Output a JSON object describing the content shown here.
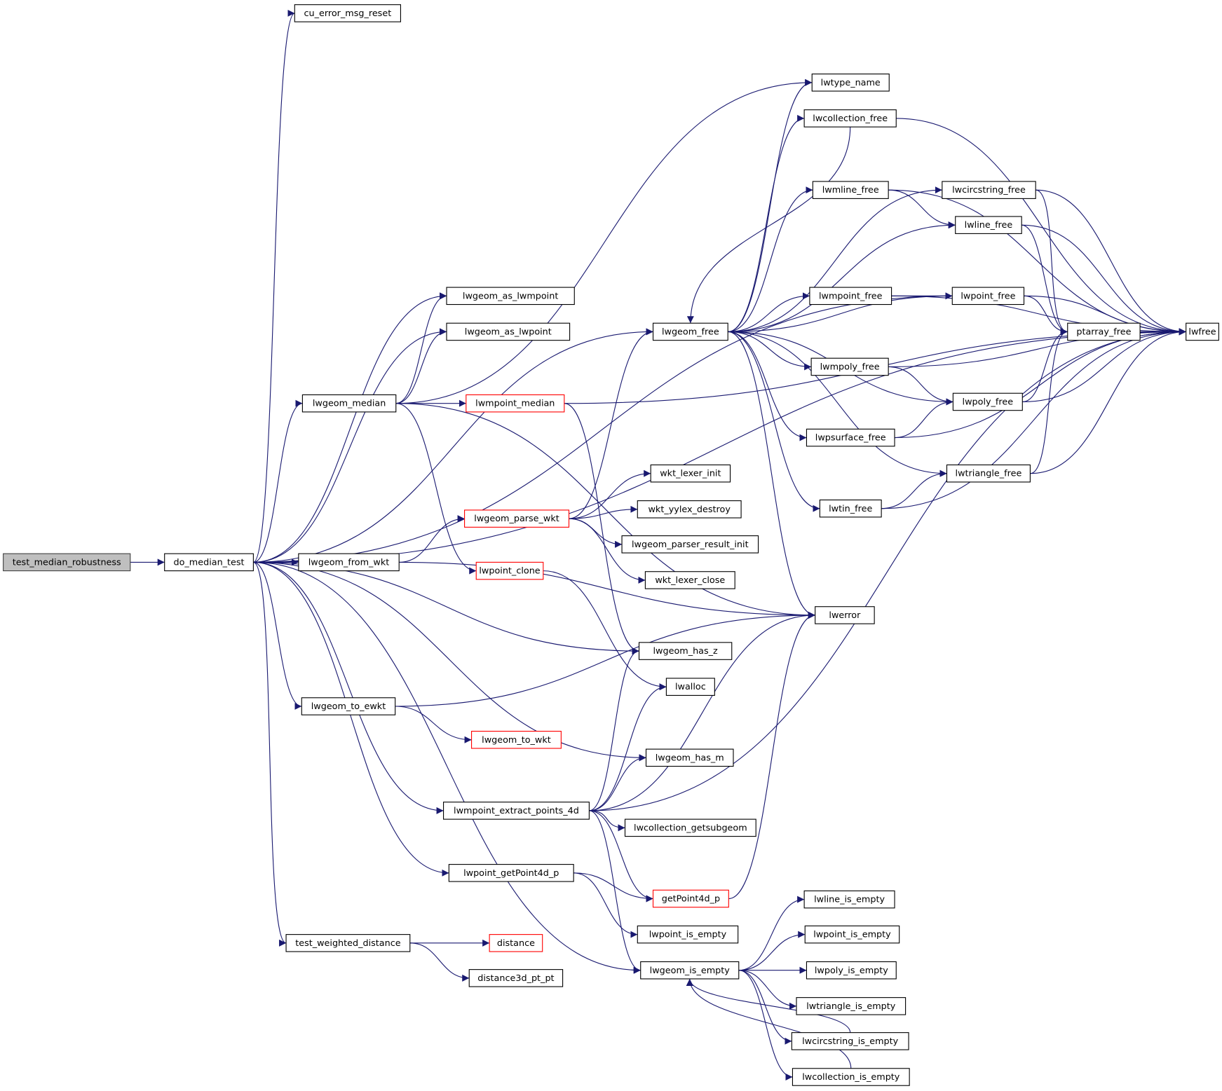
{
  "colors": {
    "edge": "#191970",
    "root_fill": "#bfbfbf",
    "truncated_border": "#ff0000",
    "node_border": "#000000"
  },
  "nodes": [
    {
      "id": "test_median_robustness",
      "label": "test_median_robustness",
      "root": true
    },
    {
      "id": "do_median_test",
      "label": "do_median_test"
    },
    {
      "id": "cu_error_msg_reset",
      "label": "cu_error_msg_reset"
    },
    {
      "id": "lwgeom_as_lwmpoint",
      "label": "lwgeom_as_lwmpoint"
    },
    {
      "id": "lwgeom_as_lwpoint",
      "label": "lwgeom_as_lwpoint"
    },
    {
      "id": "lwgeom_median",
      "label": "lwgeom_median"
    },
    {
      "id": "lwmpoint_median",
      "label": "lwmpoint_median",
      "truncated": true
    },
    {
      "id": "lwgeom_from_wkt",
      "label": "lwgeom_from_wkt"
    },
    {
      "id": "lwgeom_parse_wkt",
      "label": "lwgeom_parse_wkt",
      "truncated": true
    },
    {
      "id": "lwpoint_clone",
      "label": "lwpoint_clone",
      "truncated": true
    },
    {
      "id": "lwgeom_to_ewkt",
      "label": "lwgeom_to_ewkt"
    },
    {
      "id": "lwgeom_to_wkt",
      "label": "lwgeom_to_wkt",
      "truncated": true
    },
    {
      "id": "lwmpoint_extract_points_4d",
      "label": "lwmpoint_extract_points_4d"
    },
    {
      "id": "lwpoint_getPoint4d_p",
      "label": "lwpoint_getPoint4d_p"
    },
    {
      "id": "test_weighted_distance",
      "label": "test_weighted_distance"
    },
    {
      "id": "distance",
      "label": "distance",
      "truncated": true
    },
    {
      "id": "distance3d_pt_pt",
      "label": "distance3d_pt_pt"
    },
    {
      "id": "lwgeom_free",
      "label": "lwgeom_free"
    },
    {
      "id": "wkt_lexer_init",
      "label": "wkt_lexer_init"
    },
    {
      "id": "wkt_yylex_destroy",
      "label": "wkt_yylex_destroy"
    },
    {
      "id": "lwgeom_parser_result_init",
      "label": "lwgeom_parser_result_init"
    },
    {
      "id": "wkt_lexer_close",
      "label": "wkt_lexer_close"
    },
    {
      "id": "lwgeom_has_z",
      "label": "lwgeom_has_z"
    },
    {
      "id": "lwalloc",
      "label": "lwalloc"
    },
    {
      "id": "lwgeom_has_m",
      "label": "lwgeom_has_m"
    },
    {
      "id": "lwcollection_getsubgeom",
      "label": "lwcollection_getsubgeom"
    },
    {
      "id": "getPoint4d_p",
      "label": "getPoint4d_p",
      "truncated": true
    },
    {
      "id": "lwpoint_is_empty_a",
      "label": "lwpoint_is_empty"
    },
    {
      "id": "lwgeom_is_empty",
      "label": "lwgeom_is_empty"
    },
    {
      "id": "lwtype_name",
      "label": "lwtype_name"
    },
    {
      "id": "lwcollection_free",
      "label": "lwcollection_free"
    },
    {
      "id": "lwmline_free",
      "label": "lwmline_free"
    },
    {
      "id": "lwmpoint_free",
      "label": "lwmpoint_free"
    },
    {
      "id": "lwmpoly_free",
      "label": "lwmpoly_free"
    },
    {
      "id": "lwpsurface_free",
      "label": "lwpsurface_free"
    },
    {
      "id": "lwtin_free",
      "label": "lwtin_free"
    },
    {
      "id": "lwerror",
      "label": "lwerror"
    },
    {
      "id": "lwcircstring_free",
      "label": "lwcircstring_free"
    },
    {
      "id": "lwline_free",
      "label": "lwline_free"
    },
    {
      "id": "lwpoint_free",
      "label": "lwpoint_free"
    },
    {
      "id": "lwpoly_free",
      "label": "lwpoly_free"
    },
    {
      "id": "lwtriangle_free",
      "label": "lwtriangle_free"
    },
    {
      "id": "ptarray_free",
      "label": "ptarray_free"
    },
    {
      "id": "lwfree",
      "label": "lwfree"
    },
    {
      "id": "lwline_is_empty",
      "label": "lwline_is_empty"
    },
    {
      "id": "lwpoint_is_empty_b",
      "label": "lwpoint_is_empty"
    },
    {
      "id": "lwpoly_is_empty",
      "label": "lwpoly_is_empty"
    },
    {
      "id": "lwtriangle_is_empty",
      "label": "lwtriangle_is_empty"
    },
    {
      "id": "lwcircstring_is_empty",
      "label": "lwcircstring_is_empty"
    },
    {
      "id": "lwcollection_is_empty",
      "label": "lwcollection_is_empty"
    }
  ],
  "edges": [
    [
      "test_median_robustness",
      "do_median_test"
    ],
    [
      "do_median_test",
      "cu_error_msg_reset"
    ],
    [
      "do_median_test",
      "lwfree"
    ],
    [
      "do_median_test",
      "lwpoint_free"
    ],
    [
      "do_median_test",
      "lwgeom_free"
    ],
    [
      "do_median_test",
      "lwgeom_as_lwmpoint"
    ],
    [
      "do_median_test",
      "lwgeom_as_lwpoint"
    ],
    [
      "do_median_test",
      "lwgeom_median"
    ],
    [
      "do_median_test",
      "lwgeom_from_wkt"
    ],
    [
      "do_median_test",
      "lwgeom_has_z"
    ],
    [
      "do_median_test",
      "lwgeom_to_ewkt"
    ],
    [
      "do_median_test",
      "lwgeom_has_m"
    ],
    [
      "do_median_test",
      "lwmpoint_extract_points_4d"
    ],
    [
      "do_median_test",
      "lwpoint_getPoint4d_p"
    ],
    [
      "do_median_test",
      "lwgeom_is_empty"
    ],
    [
      "do_median_test",
      "test_weighted_distance"
    ],
    [
      "lwgeom_median",
      "lwgeom_as_lwmpoint"
    ],
    [
      "lwgeom_median",
      "lwgeom_as_lwpoint"
    ],
    [
      "lwgeom_median",
      "lwtype_name"
    ],
    [
      "lwgeom_median",
      "lwmpoint_median"
    ],
    [
      "lwgeom_median",
      "lwpoint_clone"
    ],
    [
      "lwgeom_median",
      "lwerror"
    ],
    [
      "lwmpoint_median",
      "lwgeom_has_z"
    ],
    [
      "lwmpoint_median",
      "lwfree"
    ],
    [
      "lwgeom_from_wkt",
      "lwgeom_parse_wkt"
    ],
    [
      "lwgeom_from_wkt",
      "lwerror"
    ],
    [
      "lwgeom_parse_wkt",
      "lwgeom_free"
    ],
    [
      "lwgeom_parse_wkt",
      "wkt_lexer_init"
    ],
    [
      "lwgeom_parse_wkt",
      "wkt_yylex_destroy"
    ],
    [
      "lwgeom_parse_wkt",
      "lwgeom_parser_result_init"
    ],
    [
      "lwgeom_parse_wkt",
      "wkt_lexer_close"
    ],
    [
      "lwpoint_clone",
      "lwalloc"
    ],
    [
      "lwgeom_to_ewkt",
      "lwerror"
    ],
    [
      "lwgeom_to_ewkt",
      "lwgeom_to_wkt"
    ],
    [
      "lwmpoint_extract_points_4d",
      "lwgeom_has_z"
    ],
    [
      "lwmpoint_extract_points_4d",
      "lwalloc"
    ],
    [
      "lwmpoint_extract_points_4d",
      "lwgeom_has_m"
    ],
    [
      "lwmpoint_extract_points_4d",
      "lwerror"
    ],
    [
      "lwmpoint_extract_points_4d",
      "lwcollection_getsubgeom"
    ],
    [
      "lwmpoint_extract_points_4d",
      "lwfree"
    ],
    [
      "lwmpoint_extract_points_4d",
      "getPoint4d_p"
    ],
    [
      "lwmpoint_extract_points_4d",
      "lwgeom_is_empty"
    ],
    [
      "lwpoint_getPoint4d_p",
      "getPoint4d_p"
    ],
    [
      "lwpoint_getPoint4d_p",
      "lwpoint_is_empty_a"
    ],
    [
      "getPoint4d_p",
      "lwerror"
    ],
    [
      "test_weighted_distance",
      "distance"
    ],
    [
      "test_weighted_distance",
      "distance3d_pt_pt"
    ],
    [
      "lwgeom_free",
      "lwtype_name"
    ],
    [
      "lwgeom_free",
      "lwcollection_free"
    ],
    [
      "lwgeom_free",
      "lwcircstring_free"
    ],
    [
      "lwgeom_free",
      "lwmline_free"
    ],
    [
      "lwgeom_free",
      "lwline_free"
    ],
    [
      "lwgeom_free",
      "lwmpoint_free"
    ],
    [
      "lwgeom_free",
      "lwpoint_free"
    ],
    [
      "lwgeom_free",
      "lwmpoly_free"
    ],
    [
      "lwgeom_free",
      "lwpoly_free"
    ],
    [
      "lwgeom_free",
      "lwpsurface_free"
    ],
    [
      "lwgeom_free",
      "lwtriangle_free"
    ],
    [
      "lwgeom_free",
      "lwtin_free"
    ],
    [
      "lwgeom_free",
      "lwerror"
    ],
    [
      "lwcollection_free",
      "lwgeom_free"
    ],
    [
      "lwcollection_free",
      "lwfree"
    ],
    [
      "lwmline_free",
      "lwline_free"
    ],
    [
      "lwmline_free",
      "lwfree"
    ],
    [
      "lwmpoint_free",
      "lwpoint_free"
    ],
    [
      "lwmpoint_free",
      "lwfree"
    ],
    [
      "lwmpoly_free",
      "lwpoly_free"
    ],
    [
      "lwmpoly_free",
      "lwfree"
    ],
    [
      "lwpsurface_free",
      "lwpoly_free"
    ],
    [
      "lwpsurface_free",
      "lwfree"
    ],
    [
      "lwtin_free",
      "lwtriangle_free"
    ],
    [
      "lwtin_free",
      "lwfree"
    ],
    [
      "lwcircstring_free",
      "ptarray_free"
    ],
    [
      "lwcircstring_free",
      "lwfree"
    ],
    [
      "lwline_free",
      "ptarray_free"
    ],
    [
      "lwline_free",
      "lwfree"
    ],
    [
      "lwpoint_free",
      "ptarray_free"
    ],
    [
      "lwpoint_free",
      "lwfree"
    ],
    [
      "lwpoly_free",
      "ptarray_free"
    ],
    [
      "lwpoly_free",
      "lwfree"
    ],
    [
      "lwtriangle_free",
      "ptarray_free"
    ],
    [
      "lwtriangle_free",
      "lwfree"
    ],
    [
      "ptarray_free",
      "lwfree"
    ],
    [
      "lwgeom_is_empty",
      "lwline_is_empty"
    ],
    [
      "lwgeom_is_empty",
      "lwpoint_is_empty_b"
    ],
    [
      "lwgeom_is_empty",
      "lwpoly_is_empty"
    ],
    [
      "lwgeom_is_empty",
      "lwtriangle_is_empty"
    ],
    [
      "lwgeom_is_empty",
      "lwcircstring_is_empty"
    ],
    [
      "lwgeom_is_empty",
      "lwcollection_is_empty"
    ],
    [
      "lwcircstring_is_empty",
      "lwgeom_is_empty"
    ],
    [
      "lwcollection_is_empty",
      "lwgeom_is_empty"
    ]
  ]
}
